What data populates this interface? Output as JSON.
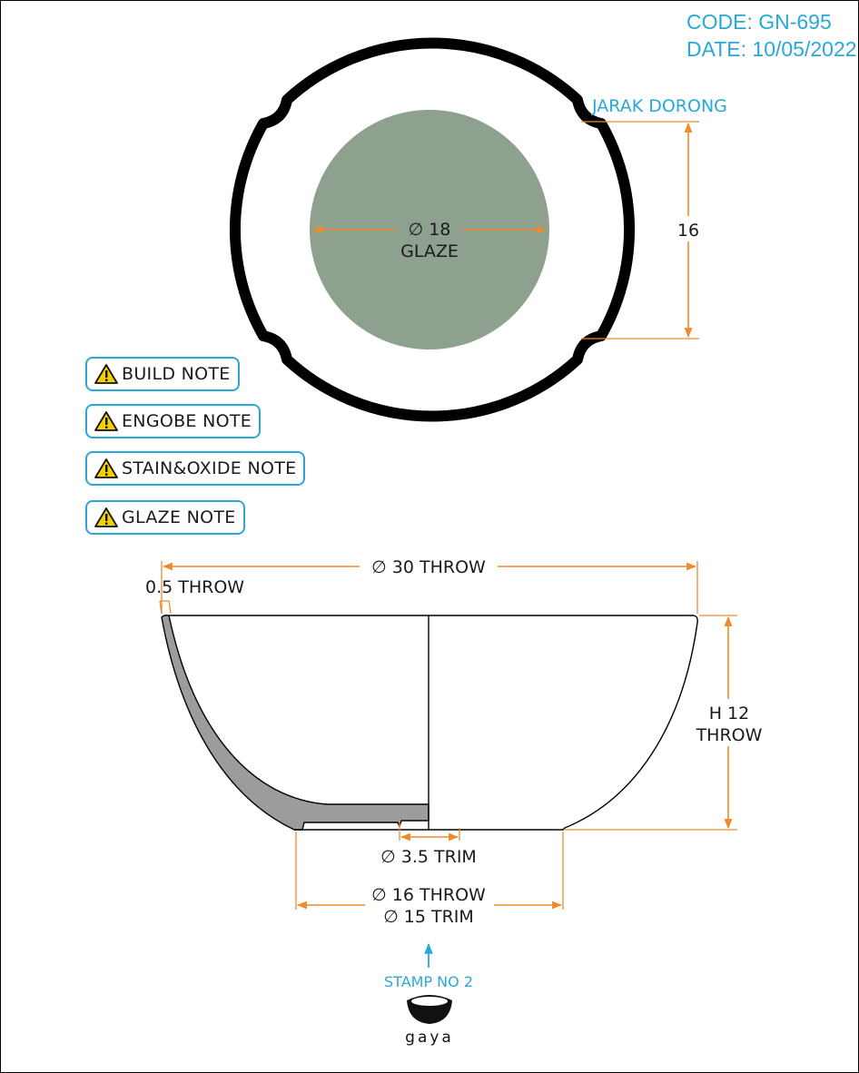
{
  "header": {
    "code": "CODE: GN-695",
    "date": "DATE: 10/05/2022"
  },
  "top_view": {
    "jarak_label": "JARAK DORONG",
    "jarak_value": "16",
    "glaze_diameter": "∅ 18",
    "glaze_label": "GLAZE",
    "glaze_color": "#8da18e"
  },
  "notes": [
    {
      "label": "BUILD NOTE"
    },
    {
      "label": "ENGOBE NOTE"
    },
    {
      "label": "STAIN&OXIDE NOTE"
    },
    {
      "label": "GLAZE NOTE"
    }
  ],
  "side_view": {
    "throw_diameter": "∅ 30 THROW",
    "wall_thickness": "0.5 THROW",
    "height_line1": "H 12",
    "height_line2": "THROW",
    "foot_trim": "∅ 3.5 TRIM",
    "base_throw": "∅ 16 THROW",
    "base_trim": "∅ 15 TRIM"
  },
  "stamp": {
    "label": "STAMP NO 2",
    "brand": "gaya"
  },
  "colors": {
    "dimension": "#f08a2c",
    "accent": "#29a8d8",
    "section_fill": "#9c9c9c"
  }
}
